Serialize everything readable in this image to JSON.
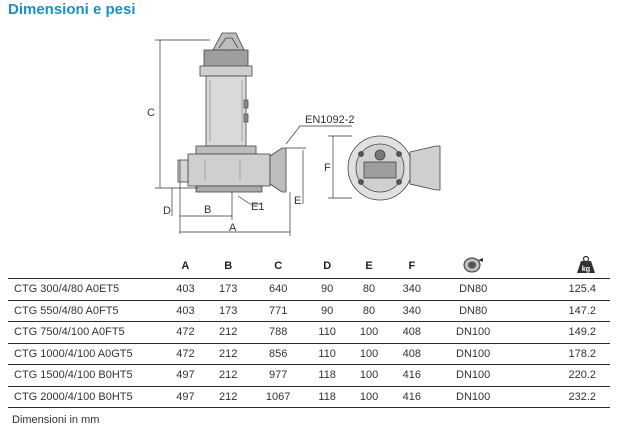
{
  "title": "Dimensioni e pesi",
  "drawing": {
    "flange_label": "EN1092-2",
    "dim_labels": {
      "A": "A",
      "B": "B",
      "C": "C",
      "D": "D",
      "E": "E",
      "E1": "E1",
      "F": "F"
    }
  },
  "table": {
    "headers": [
      "A",
      "B",
      "C",
      "D",
      "E",
      "F"
    ],
    "dn_icon": "flange-dn-icon",
    "weight_icon": "weight-kg-icon",
    "weight_icon_text": "kg",
    "rows": [
      {
        "model": "CTG 300/4/80 A0ET5",
        "A": "403",
        "B": "173",
        "C": "640",
        "D": "90",
        "E": "80",
        "F": "340",
        "DN": "DN80",
        "kg": "125.4"
      },
      {
        "model": "CTG 550/4/80 A0FT5",
        "A": "403",
        "B": "173",
        "C": "771",
        "D": "90",
        "E": "80",
        "F": "340",
        "DN": "DN80",
        "kg": "147.2"
      },
      {
        "model": "CTG 750/4/100 A0FT5",
        "A": "472",
        "B": "212",
        "C": "788",
        "D": "110",
        "E": "100",
        "F": "408",
        "DN": "DN100",
        "kg": "149.2"
      },
      {
        "model": "CTG 1000/4/100 A0GT5",
        "A": "472",
        "B": "212",
        "C": "856",
        "D": "110",
        "E": "100",
        "F": "408",
        "DN": "DN100",
        "kg": "178.2"
      },
      {
        "model": "CTG 1500/4/100 B0HT5",
        "A": "497",
        "B": "212",
        "C": "977",
        "D": "118",
        "E": "100",
        "F": "416",
        "DN": "DN100",
        "kg": "220.2"
      },
      {
        "model": "CTG 2000/4/100 B0HT5",
        "A": "497",
        "B": "212",
        "C": "1067",
        "D": "118",
        "E": "100",
        "F": "416",
        "DN": "DN100",
        "kg": "232.2"
      }
    ]
  },
  "footer": "Dimensioni in mm"
}
